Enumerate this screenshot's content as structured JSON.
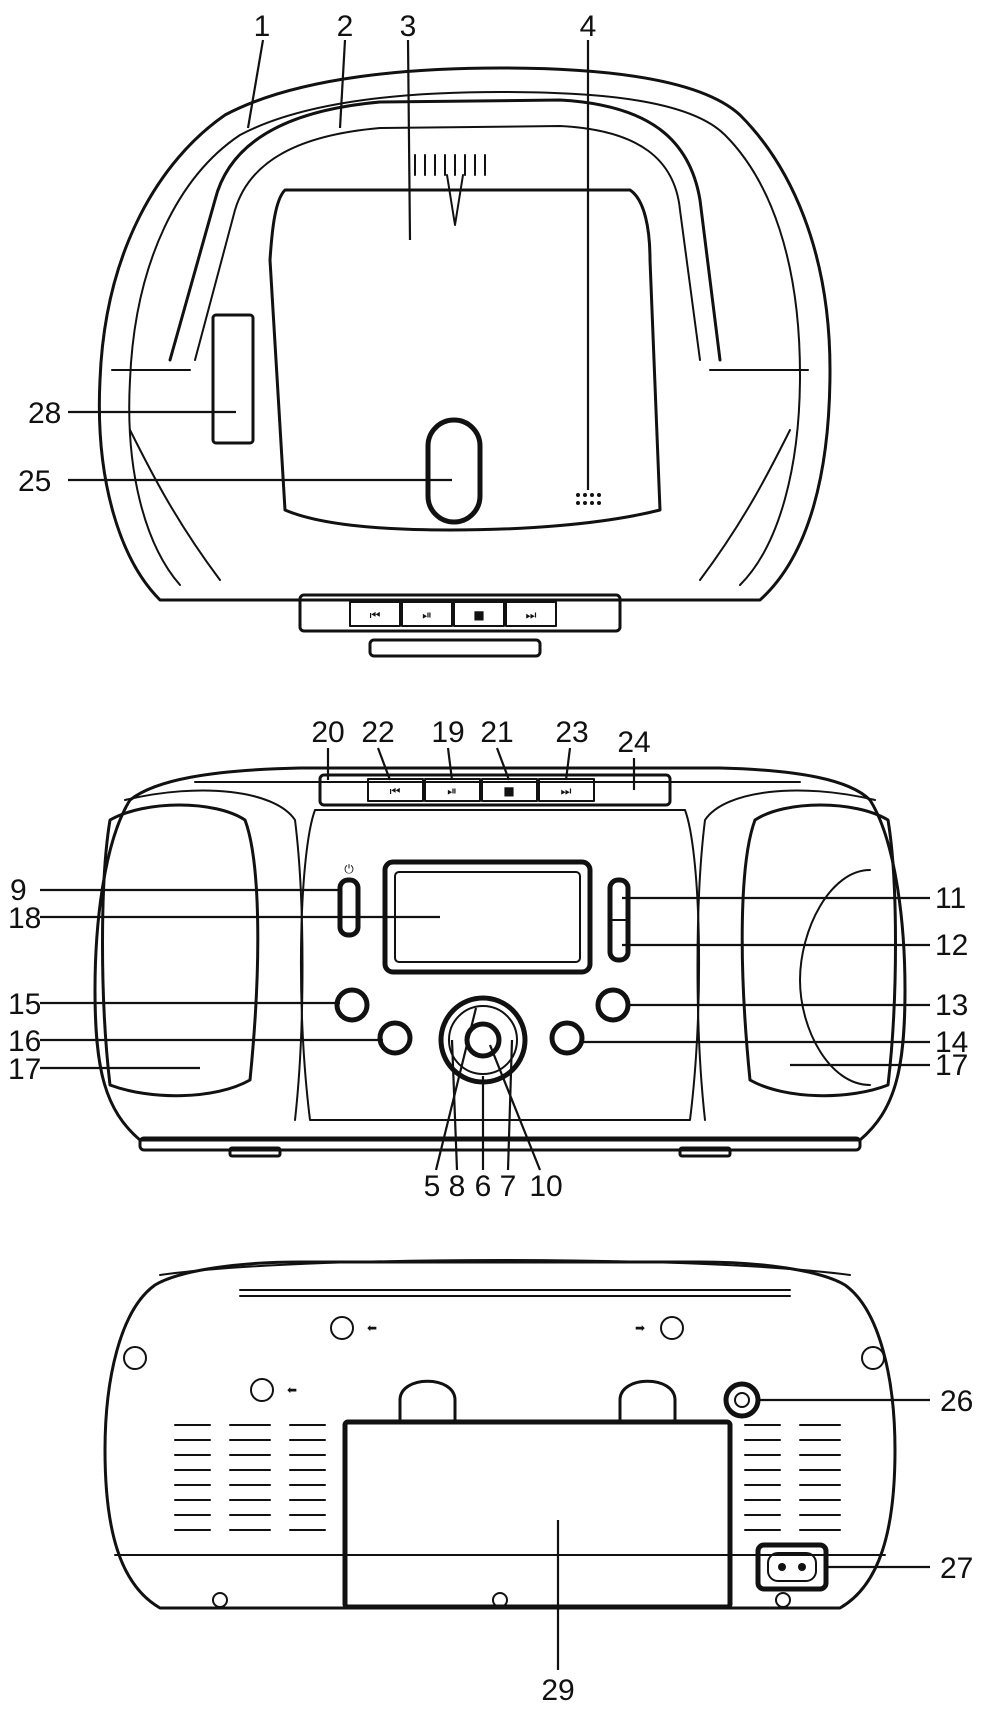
{
  "views": [
    {
      "id": "top-view",
      "callouts": [
        "1",
        "2",
        "3",
        "4",
        "28",
        "25"
      ]
    },
    {
      "id": "front-view",
      "callouts": [
        "20",
        "22",
        "19",
        "21",
        "23",
        "24",
        "9",
        "18",
        "15",
        "16",
        "17",
        "11",
        "12",
        "13",
        "14",
        "17",
        "5",
        "8",
        "6",
        "7",
        "10"
      ]
    },
    {
      "id": "rear-view",
      "callouts": [
        "26",
        "27",
        "29"
      ]
    }
  ],
  "labels": {
    "n1": "1",
    "n2": "2",
    "n3": "3",
    "n4": "4",
    "n28": "28",
    "n25": "25",
    "n20": "20",
    "n22": "22",
    "n19": "19",
    "n21": "21",
    "n23": "23",
    "n24": "24",
    "n9": "9",
    "n18": "18",
    "n15": "15",
    "n16": "16",
    "n17l": "17",
    "n11": "11",
    "n12": "12",
    "n13": "13",
    "n14": "14",
    "n17r": "17",
    "n5": "5",
    "n8": "8",
    "n6": "6",
    "n7": "7",
    "n10": "10",
    "n26": "26",
    "n27": "27",
    "n29": "29"
  },
  "icons": {
    "prev": "⏮",
    "playpause": "⏯",
    "stop": "■",
    "next": "⏭",
    "power": "⏻",
    "arrow_left": "⬅",
    "arrow_right": "➡"
  },
  "colors": {
    "line": "#111111",
    "background": "#ffffff"
  }
}
